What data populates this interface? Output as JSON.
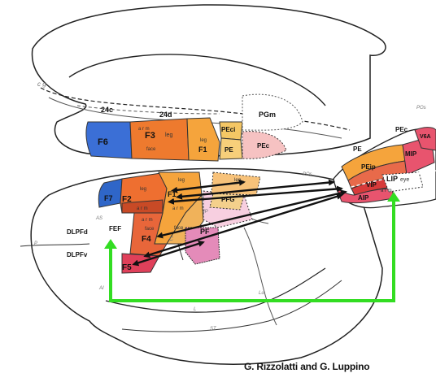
{
  "credit": "G. Rizzolatti and G. Luppino",
  "colors": {
    "F1": "#f5a43c",
    "F2": "#ee6f30",
    "F3": "#ee7a2e",
    "F4": "#e8663a",
    "F5": "#e0405a",
    "F6": "#3b6fd6",
    "F7": "#2f66c8",
    "F2_dark": "#c84a26",
    "PF": "#e48bb9",
    "PFG": "#f7cfe0",
    "PEc": "#f6c2c2",
    "PE": "#f7cf7a",
    "parietal_band": "#e8546e",
    "AIP": "#d73a3a",
    "highlight_path": "#33dd22",
    "arrows": "#111111"
  },
  "medial_labels": {
    "cg": "c g",
    "area_24c": "24c",
    "area_24d": "24d",
    "F6": "F6",
    "F3": "F3",
    "F3_leg": "leg",
    "F3_arm": "a r m",
    "F3_face": "face",
    "F1": "F1",
    "F1_leg": "leg",
    "PEci": "PEci",
    "PE": "PE",
    "PEc": "PEc",
    "PGm": "PGm",
    "a_r_m": "a r m"
  },
  "lateral_labels": {
    "F7": "F7",
    "F2": "F2",
    "F2_leg": "leg",
    "F2_arm": "a r m",
    "F1": "F1",
    "F1_leg": "leg",
    "F1_arm": "a r m",
    "F1_face": "face",
    "F4": "F4",
    "F4_arm": "a r m",
    "F4_face": "face",
    "F5": "F5",
    "PF": "PF",
    "PFG": "PFG",
    "leg": "leg",
    "FEF": "FEF",
    "DLPFd": "DLPFd",
    "DLPFv": "DLPFv",
    "AS": "AS",
    "AI": "AI",
    "P": "P",
    "C": "C",
    "IP": "IP",
    "L": "L",
    "ST": "ST",
    "Lu": "Lu",
    "POs": "POs"
  },
  "parietal_labels": {
    "PE": "PE",
    "PEip": "PEip",
    "MIP": "MIP",
    "PEc": "PEc",
    "V6A": "V6A",
    "POs": "POs",
    "VIP": "VIP",
    "AIP": "AIP",
    "LIP": "LIP",
    "eye": "eye",
    "arm": "a r m"
  }
}
